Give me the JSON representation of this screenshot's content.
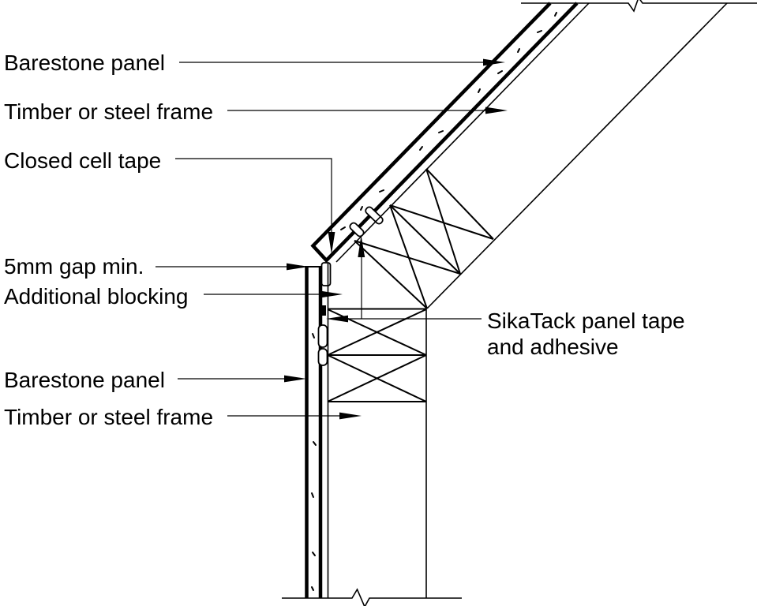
{
  "drawing": {
    "background_color": "#ffffff",
    "line_color": "#000000",
    "callouts": {
      "barestone_panel_top": "Barestone panel",
      "timber_or_steel_frame_top": "Timber or steel frame",
      "closed_cell_tape": "Closed cell tape",
      "gap_min": "5mm gap min.",
      "additional_blocking": "Additional blocking",
      "barestone_panel_bottom": "Barestone panel",
      "timber_or_steel_frame_bottom": "Timber or steel frame",
      "sikatack_line1": "SikaTack panel tape",
      "sikatack_line2": "and adhesive"
    }
  }
}
